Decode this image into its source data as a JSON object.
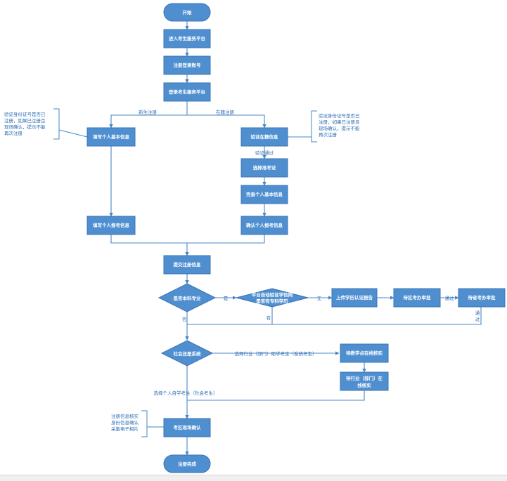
{
  "colors": {
    "box_fill": "#4f8fd0",
    "box_stroke": "#3a74b3",
    "line": "#4a86c8",
    "text_blue": "#2e6db4"
  },
  "nodes": {
    "start": "开始",
    "enter_platform": "进入考生服务平台",
    "register_account": "注册登录账号",
    "login_platform": "登录考生服务平台",
    "fill_basic_info": "填写个人基本信息",
    "verify_enrolled": "验证在籍信息",
    "select_ticket": "选择准考证",
    "complete_basic_info": "完善个人基本信息",
    "fill_exam_info": "填写个人报考信息",
    "confirm_exam_info": "确认个人报考信息",
    "submit_registration": "提交注册信息",
    "is_undergrad_major": "是否本科专业",
    "auto_verify_line1": "平台自动验证学信网",
    "auto_verify_line2": "是否有专科学历",
    "upload_report": "上传学历认证报告",
    "district_review": "待区考办审批",
    "province_review": "待省考办审批",
    "social_or_system": "社会还是系统",
    "exam_point_check": "待教学点在线核实",
    "industry_check_line1": "待行业（部门）在",
    "industry_check_line2": "线核实",
    "onsite_confirm": "考区现场确认",
    "done": "注册完成"
  },
  "edges": {
    "new_student": "新生注册",
    "enrolled_student": "在籍注册",
    "verify_pass": "验证通过",
    "yes": "是",
    "no": "否",
    "none": "无",
    "has": "有",
    "pass": "通过",
    "pass_v1": "通",
    "pass_v2": "过",
    "select_industry": "选择行业（部门）助学考生（系统考生）",
    "select_self_study": "选择个人自学考生（社会考生）"
  },
  "notes": {
    "left": [
      "验证身份证号是否已",
      "注册，如果已注册且",
      "现场确认，提示不能",
      "再次注册"
    ],
    "right": [
      "验证身份证号是否已",
      "注册，如果已注册且",
      "现场确认，提示不能",
      "再次注册"
    ],
    "bottom": [
      "注册信息核实",
      "身份信息确认",
      "采集电子相片"
    ]
  }
}
